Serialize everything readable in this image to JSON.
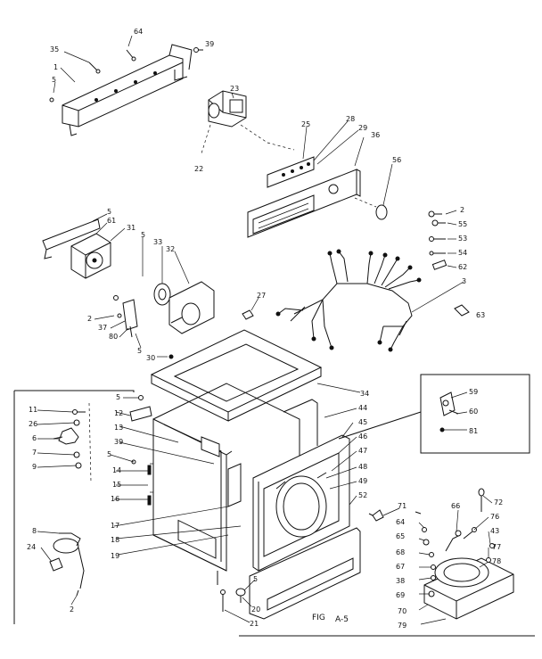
{
  "caption": {
    "fig": "FIG",
    "label": "A-5"
  },
  "callouts": [
    {
      "id": "c64",
      "text": "64"
    },
    {
      "id": "c39a",
      "text": "39"
    },
    {
      "id": "c35",
      "text": "35"
    },
    {
      "id": "c1",
      "text": "1"
    },
    {
      "id": "c5a",
      "text": "5"
    },
    {
      "id": "c23",
      "text": "23"
    },
    {
      "id": "c22",
      "text": "22"
    },
    {
      "id": "c25",
      "text": "25"
    },
    {
      "id": "c28",
      "text": "28"
    },
    {
      "id": "c29",
      "text": "29"
    },
    {
      "id": "c36",
      "text": "36"
    },
    {
      "id": "c56",
      "text": "56"
    },
    {
      "id": "c2a",
      "text": "2"
    },
    {
      "id": "c55",
      "text": "55"
    },
    {
      "id": "c53",
      "text": "53"
    },
    {
      "id": "c54",
      "text": "54"
    },
    {
      "id": "c62",
      "text": "62"
    },
    {
      "id": "c3",
      "text": "3"
    },
    {
      "id": "c63",
      "text": "63"
    },
    {
      "id": "c5b",
      "text": "5"
    },
    {
      "id": "c61",
      "text": "61"
    },
    {
      "id": "c31",
      "text": "31"
    },
    {
      "id": "c5c",
      "text": "5"
    },
    {
      "id": "c33",
      "text": "33"
    },
    {
      "id": "c32",
      "text": "32"
    },
    {
      "id": "c27",
      "text": "27"
    },
    {
      "id": "c2b",
      "text": "2"
    },
    {
      "id": "c37",
      "text": "37"
    },
    {
      "id": "c80",
      "text": "80"
    },
    {
      "id": "c5d",
      "text": "5"
    },
    {
      "id": "c30",
      "text": "30"
    },
    {
      "id": "c34",
      "text": "34"
    },
    {
      "id": "c5e",
      "text": "5"
    },
    {
      "id": "c12",
      "text": "12"
    },
    {
      "id": "c13",
      "text": "13"
    },
    {
      "id": "c39b",
      "text": "39"
    },
    {
      "id": "c5f",
      "text": "5"
    },
    {
      "id": "c14",
      "text": "14"
    },
    {
      "id": "c15",
      "text": "15"
    },
    {
      "id": "c16",
      "text": "16"
    },
    {
      "id": "c17",
      "text": "17"
    },
    {
      "id": "c18",
      "text": "18"
    },
    {
      "id": "c19",
      "text": "19"
    },
    {
      "id": "c11",
      "text": "11"
    },
    {
      "id": "c26",
      "text": "26"
    },
    {
      "id": "c6",
      "text": "6"
    },
    {
      "id": "c7",
      "text": "7"
    },
    {
      "id": "c9",
      "text": "9"
    },
    {
      "id": "c8",
      "text": "8"
    },
    {
      "id": "c24",
      "text": "24"
    },
    {
      "id": "c2c",
      "text": "2"
    },
    {
      "id": "c44",
      "text": "44"
    },
    {
      "id": "c45",
      "text": "45"
    },
    {
      "id": "c46",
      "text": "46"
    },
    {
      "id": "c47",
      "text": "47"
    },
    {
      "id": "c48",
      "text": "48"
    },
    {
      "id": "c49",
      "text": "49"
    },
    {
      "id": "c52",
      "text": "52"
    },
    {
      "id": "c59",
      "text": "59"
    },
    {
      "id": "c60",
      "text": "60"
    },
    {
      "id": "c81",
      "text": "81"
    },
    {
      "id": "c71",
      "text": "71"
    },
    {
      "id": "c72",
      "text": "72"
    },
    {
      "id": "c64b",
      "text": "64"
    },
    {
      "id": "c66",
      "text": "66"
    },
    {
      "id": "c76",
      "text": "76"
    },
    {
      "id": "c65",
      "text": "65"
    },
    {
      "id": "c43",
      "text": "43"
    },
    {
      "id": "c68",
      "text": "68"
    },
    {
      "id": "c77",
      "text": "77"
    },
    {
      "id": "c67",
      "text": "67"
    },
    {
      "id": "c78",
      "text": "78"
    },
    {
      "id": "c38",
      "text": "38"
    },
    {
      "id": "c69",
      "text": "69"
    },
    {
      "id": "c70",
      "text": "70"
    },
    {
      "id": "c79",
      "text": "79"
    },
    {
      "id": "c5g",
      "text": "5"
    },
    {
      "id": "c20",
      "text": "20"
    },
    {
      "id": "c21",
      "text": "21"
    }
  ]
}
